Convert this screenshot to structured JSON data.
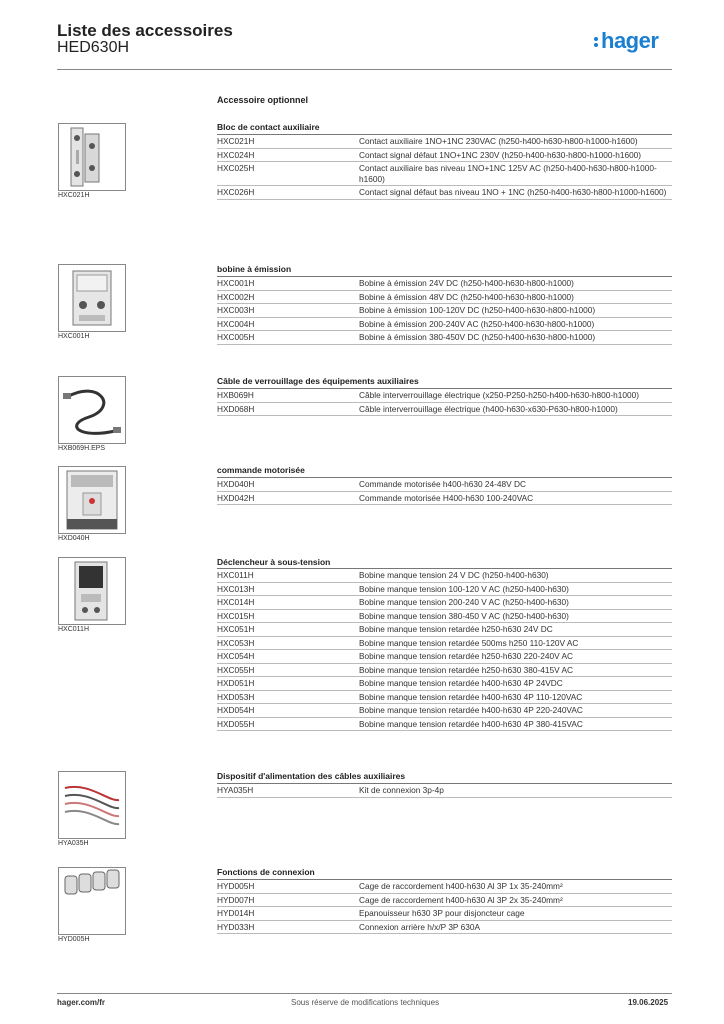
{
  "header": {
    "title": "Liste des accessoires",
    "subtitle": "HED630H",
    "logo_text": "hager",
    "logo_color": "#1a7fd1"
  },
  "section_title": "Accessoire optionnel",
  "groups": [
    {
      "title": "Bloc de contact auxiliaire",
      "image_caption": "HXC021H",
      "image_icon": "auxiliary-contact-image",
      "rows": [
        {
          "ref": "HXC021H",
          "desc": "Contact auxiliaire 1NO+1NC 230VAC (h250-h400-h630-h800-h1000-h1600)"
        },
        {
          "ref": "HXC024H",
          "desc": "Contact signal défaut 1NO+1NC 230V (h250-h400-h630-h800-h1000-h1600)"
        },
        {
          "ref": "HXC025H",
          "desc": "Contact auxiliaire bas niveau 1NO+1NC 125V AC (h250-h400-h630-h800-h1000-h1600)"
        },
        {
          "ref": "HXC026H",
          "desc": "Contact signal défaut bas niveau 1NO + 1NC (h250-h400-h630-h800-h1000-h1600)"
        }
      ]
    },
    {
      "title": "bobine à émission",
      "image_caption": "HXC001H",
      "image_icon": "shunt-trip-image",
      "rows": [
        {
          "ref": "HXC001H",
          "desc": "Bobine à émission 24V DC (h250-h400-h630-h800-h1000)"
        },
        {
          "ref": "HXC002H",
          "desc": "Bobine à émission 48V DC (h250-h400-h630-h800-h1000)"
        },
        {
          "ref": "HXC003H",
          "desc": "Bobine à émission 100-120V DC (h250-h400-h630-h800-h1000)"
        },
        {
          "ref": "HXC004H",
          "desc": "Bobine à émission 200-240V AC (h250-h400-h630-h800-h1000)"
        },
        {
          "ref": "HXC005H",
          "desc": "Bobine à émission 380-450V DC (h250-h400-h630-h800-h1000)"
        }
      ]
    },
    {
      "title": "Câble de verrouillage des équipements auxiliaires",
      "image_caption": "HXB069H.EPS",
      "image_icon": "interlock-cable-image",
      "rows": [
        {
          "ref": "HXB069H",
          "desc": "Câble interverrouillage électrique (x250-P250-h250-h400-h630-h800-h1000)"
        },
        {
          "ref": "HXD068H",
          "desc": "Câble interverrouillage électrique (h400-h630-x630-P630-h800-h1000)"
        }
      ]
    },
    {
      "title": "commande motorisée",
      "image_caption": "HXD040H",
      "image_icon": "motor-operator-image",
      "rows": [
        {
          "ref": "HXD040H",
          "desc": "Commande motorisée h400-h630 24-48V DC"
        },
        {
          "ref": "HXD042H",
          "desc": "Commande motorisée H400-h630 100-240VAC"
        }
      ]
    },
    {
      "title": "Déclencheur à sous-tension",
      "image_caption": "HXC011H",
      "image_icon": "undervoltage-release-image",
      "rows": [
        {
          "ref": "HXC011H",
          "desc": "Bobine manque tension 24 V DC (h250-h400-h630)"
        },
        {
          "ref": "HXC013H",
          "desc": "Bobine manque tension 100-120 V AC (h250-h400-h630)"
        },
        {
          "ref": "HXC014H",
          "desc": "Bobine manque tension 200-240 V AC (h250-h400-h630)"
        },
        {
          "ref": "HXC015H",
          "desc": "Bobine manque tension 380-450 V AC (h250-h400-h630)"
        },
        {
          "ref": "HXC051H",
          "desc": "Bobine manque tension retardée h250-h630 24V DC"
        },
        {
          "ref": "HXC053H",
          "desc": "Bobine manque tension retardée 500ms h250 110-120V AC"
        },
        {
          "ref": "HXC054H",
          "desc": "Bobine manque tension retardée h250-h630 220-240V AC"
        },
        {
          "ref": "HXC055H",
          "desc": "Bobine manque tension retardée h250-h630 380-415V AC"
        },
        {
          "ref": "HXD051H",
          "desc": "Bobine manque tension retardée h400-h630 4P 24VDC"
        },
        {
          "ref": "HXD053H",
          "desc": "Bobine manque tension retardée h400-h630 4P 110-120VAC"
        },
        {
          "ref": "HXD054H",
          "desc": "Bobine manque tension retardée h400-h630 4P 220-240VAC"
        },
        {
          "ref": "HXD055H",
          "desc": "Bobine manque tension retardée h400-h630 4P 380-415VAC"
        }
      ]
    },
    {
      "title": "Dispositif d'alimentation des câbles auxiliaires",
      "image_caption": "HYA035H",
      "image_icon": "auxiliary-cable-kit-image",
      "rows": [
        {
          "ref": "HYA035H",
          "desc": "Kit de connexion 3p-4p"
        }
      ]
    },
    {
      "title": "Fonctions de connexion",
      "image_caption": "HYD005H",
      "image_icon": "connection-cage-image",
      "rows": [
        {
          "ref": "HYD005H",
          "desc": "Cage de raccordement h400-h630 Al 3P 1x 35-240mm²"
        },
        {
          "ref": "HYD007H",
          "desc": "Cage de raccordement h400-h630 Al 3P 2x 35-240mm²"
        },
        {
          "ref": "HYD014H",
          "desc": "Epanouisseur h630 3P pour disjoncteur cage"
        },
        {
          "ref": "HYD033H",
          "desc": "Connexion arrière h/x/P 3P 630A"
        }
      ]
    }
  ],
  "footer": {
    "left": "hager.com/fr",
    "middle": "Sous réserve de modifications techniques",
    "right": "19.06.2025"
  }
}
